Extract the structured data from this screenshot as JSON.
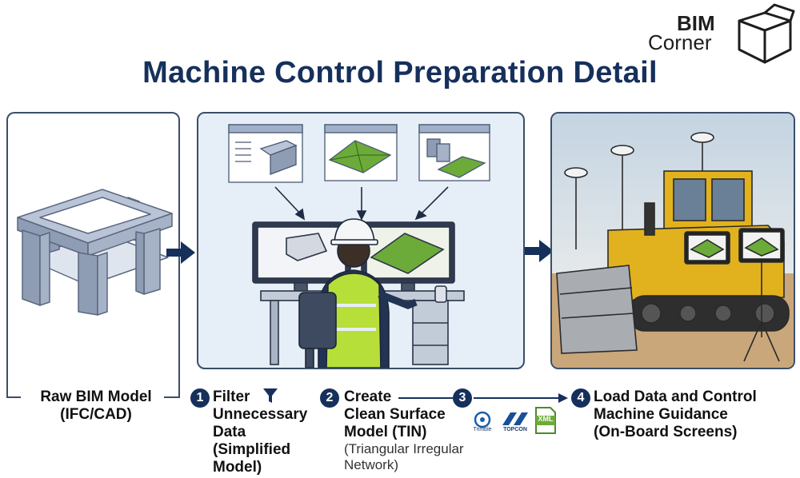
{
  "title": "Machine Control Preparation Detail",
  "logo": {
    "line1": "BIM",
    "line2": "Corner"
  },
  "steps": {
    "raw": {
      "line1": "Raw BIM Model",
      "line2": "(IFC/CAD)"
    },
    "s1": {
      "num": "1",
      "lines": [
        "Filter",
        "Unnecessary",
        "Data",
        "(Simplified",
        "Model)"
      ]
    },
    "s2": {
      "num": "2",
      "lines": [
        "Create",
        "Clean Surface",
        "Model (TIN)"
      ],
      "sub": [
        "(Triangular Irregular",
        "Network)"
      ]
    },
    "s3": {
      "num": "3",
      "formats": [
        "Trimble",
        "TOPCON",
        "XML"
      ]
    },
    "s4": {
      "num": "4",
      "lines": [
        "Load Data and Control",
        "Machine Guidance",
        "(On-Board Screens)"
      ]
    }
  },
  "colors": {
    "navy": "#16305c",
    "green": "#6cab3a",
    "yellow": "#e2b21e",
    "steel": "#9aa8bf"
  },
  "icons": [
    "box-logo-icon",
    "filter-funnel-icon",
    "trimble-icon",
    "topcon-icon",
    "xml-file-icon"
  ]
}
